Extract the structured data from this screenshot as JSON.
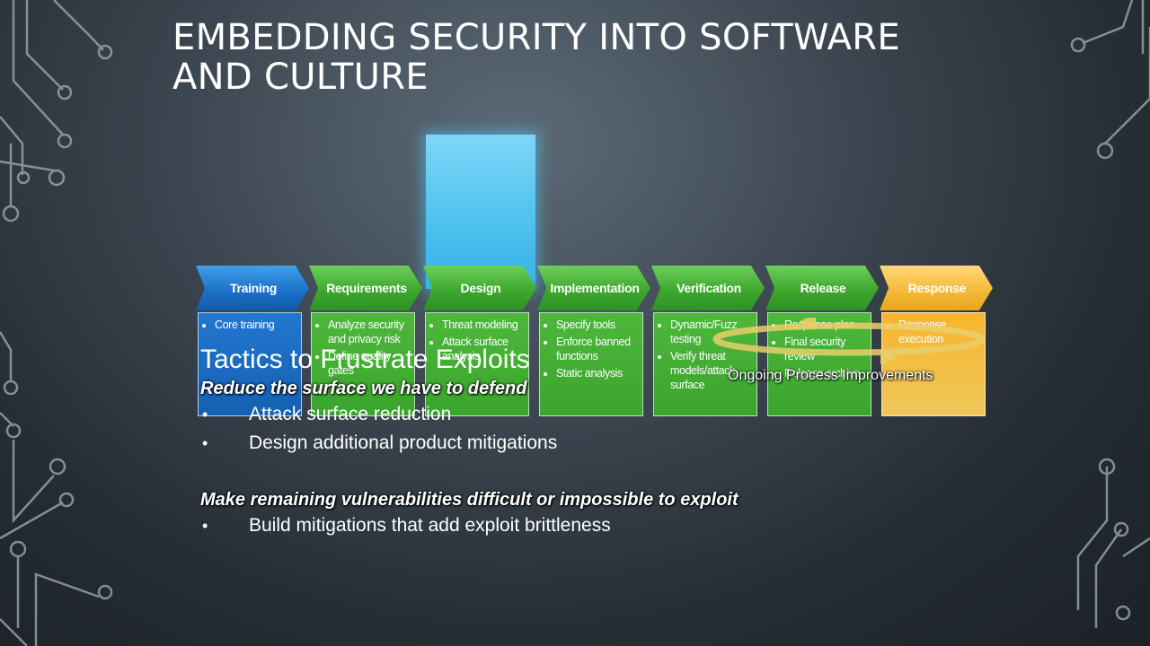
{
  "slide": {
    "title": "EMBEDDING SECURITY INTO SOFTWARE AND CULTURE"
  },
  "sdl": {
    "phases": [
      {
        "label": "Training",
        "color": "#1a6fc6",
        "items": [
          "Core training"
        ]
      },
      {
        "label": "Requirements",
        "color": "#3ea82f",
        "items": [
          "Analyze security and privacy risk",
          "Define quality gates"
        ]
      },
      {
        "label": "Design",
        "color": "#3ea82f",
        "items": [
          "Threat modeling",
          "Attack surface analysis"
        ]
      },
      {
        "label": "Implementation",
        "color": "#3ea82f",
        "items": [
          "Specify tools",
          "Enforce banned functions",
          "Static analysis"
        ]
      },
      {
        "label": "Verification",
        "color": "#3ea82f",
        "items": [
          "Dynamic/Fuzz testing",
          "Verify threat models/attack surface"
        ]
      },
      {
        "label": "Release",
        "color": "#3ea82f",
        "items": [
          "Response plan",
          "Final security review",
          "Release archive"
        ]
      },
      {
        "label": "Response",
        "color": "#f5bb3a",
        "items": [
          "Response execution"
        ]
      }
    ],
    "cycle_label": "Ongoing Process Improvements"
  },
  "content": {
    "subtitle": "Tactics to Frustrate Exploits",
    "groups": [
      {
        "heading": "Reduce the surface we have to defend",
        "bullets": [
          "Attack surface reduction",
          "Design additional product mitigations"
        ]
      },
      {
        "heading": "Make remaining vulnerabilities difficult or impossible to exploit",
        "bullets": [
          "Build mitigations that add exploit brittleness"
        ]
      }
    ]
  }
}
